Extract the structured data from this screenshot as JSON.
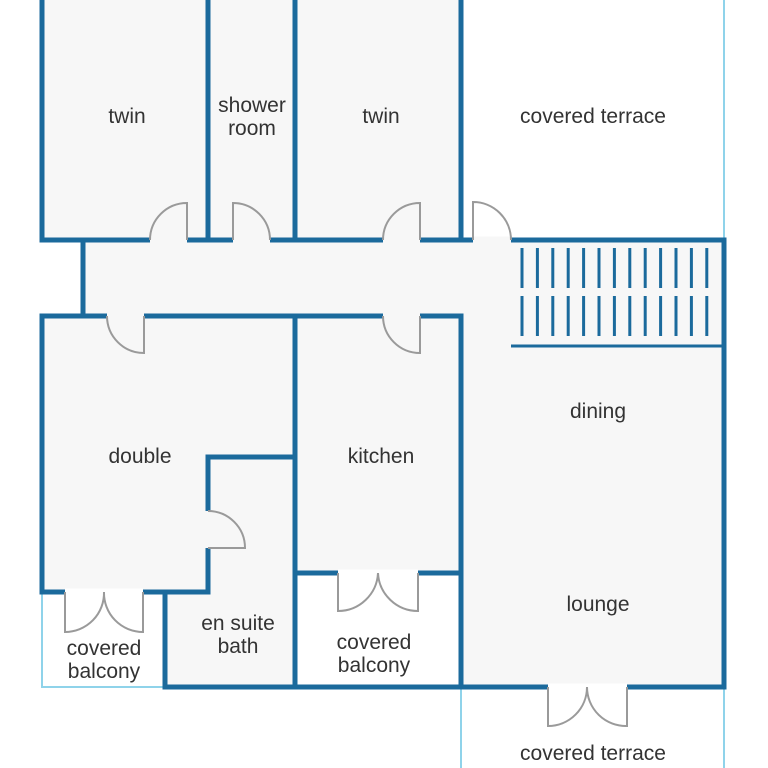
{
  "rooms": {
    "twin_left": "twin",
    "shower_room_line1": "shower",
    "shower_room_line2": "room",
    "twin_right": "twin",
    "covered_terrace_top": "covered terrace",
    "dining": "dining",
    "double": "double",
    "kitchen": "kitchen",
    "lounge": "lounge",
    "en_suite_line1": "en suite",
    "en_suite_line2": "bath",
    "covered_balcony_left_line1": "covered",
    "covered_balcony_left_line2": "balcony",
    "covered_balcony_mid_line1": "covered",
    "covered_balcony_mid_line2": "balcony",
    "covered_terrace_bottom": "covered terrace"
  },
  "colors": {
    "wall": "#1b6a9c",
    "outdoor_outline": "#8fd3ea",
    "room_fill": "#f7f7f7",
    "door": "#9a9a9a",
    "label": "#333333"
  }
}
